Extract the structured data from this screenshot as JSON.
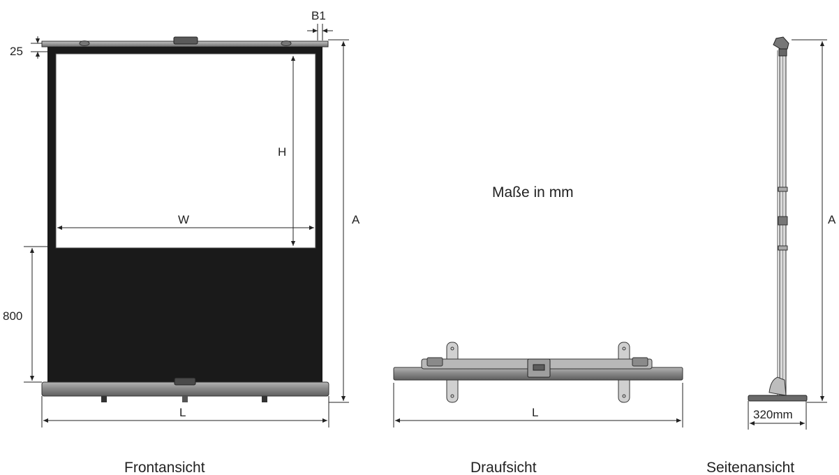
{
  "labels": {
    "units_note": "Maße in mm",
    "front": {
      "caption": "Frontansicht",
      "dim_b1": "B1",
      "dim_top": "25",
      "dim_h": "H",
      "dim_w": "W",
      "dim_a": "A",
      "dim_bottom": "800",
      "dim_l": "L"
    },
    "top": {
      "caption": "Draufsicht",
      "dim_l": "L"
    },
    "side": {
      "caption": "Seitenansicht",
      "dim_a": "A",
      "dim_base": "320mm"
    }
  },
  "colors": {
    "screen_black": "#1a1a1a",
    "frame_gray": "#7a7a7a",
    "case_gray": "#8c8c8c",
    "line": "#222222"
  }
}
